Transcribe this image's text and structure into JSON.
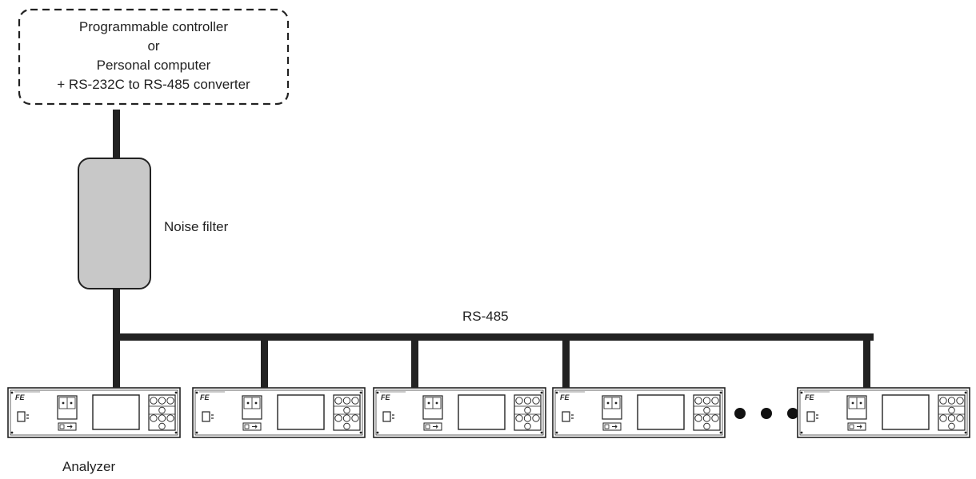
{
  "host": {
    "lines": [
      "Programmable controller",
      "or",
      "Personal computer",
      "+ RS-232C to RS-485 converter"
    ]
  },
  "filter": {
    "label": "Noise filter"
  },
  "bus": {
    "label": "RS-485"
  },
  "analyzer": {
    "label": "Analyzer",
    "count_drawn": 5,
    "logo_text": "FE"
  },
  "colors": {
    "line": "#222222",
    "filter_fill": "#c8c8c8",
    "panel": "#ffffff"
  }
}
